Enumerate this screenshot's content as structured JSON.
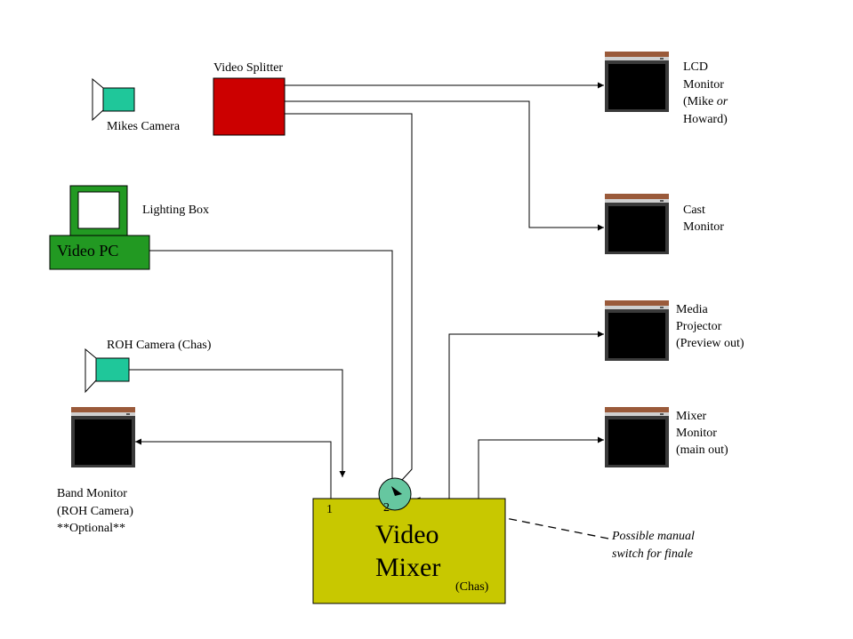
{
  "colors": {
    "camera": "#1fc79a",
    "splitter": "#cc0000",
    "pc": "#229922",
    "mixer": "#c8c800",
    "switch": "#66c7a0",
    "monitor_frame": "#3a3a3a",
    "monitor_top": "#9a5a3a",
    "screen": "#000000"
  },
  "labels": {
    "video_splitter": "Video Splitter",
    "mikes_camera": "Mikes Camera",
    "lighting_box": "Lighting Box",
    "video_pc": "Video PC",
    "roh_camera": "ROH Camera (Chas)",
    "band_monitor": [
      "Band Monitor",
      "(ROH Camera)",
      "**Optional**"
    ],
    "lcd_monitor": {
      "line1": "LCD",
      "line2": "Monitor",
      "line3_a": "(Mike ",
      "line3_b": "or",
      "line4": "Howard)"
    },
    "cast_monitor": [
      "Cast",
      "Monitor"
    ],
    "media_projector": [
      "Media",
      "Projector",
      "(Preview out)"
    ],
    "mixer_monitor": [
      "Mixer",
      "Monitor",
      "(main out)"
    ],
    "video_mixer": [
      "Video",
      "Mixer"
    ],
    "mixer_owner": "(Chas)",
    "input_1": "1",
    "input_2": "2",
    "manual_switch": [
      "Possible manual",
      "switch for finale"
    ]
  }
}
